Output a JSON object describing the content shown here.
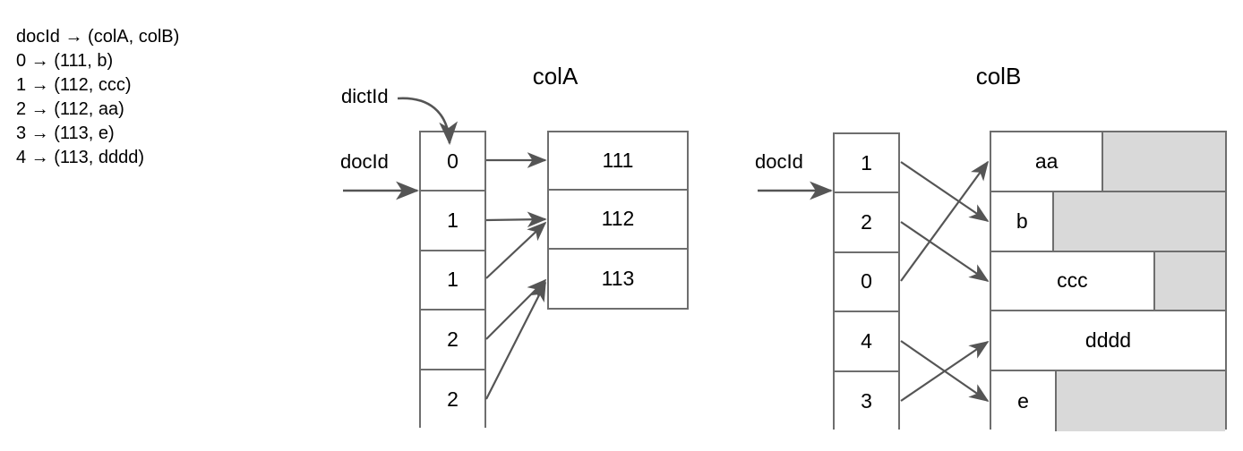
{
  "legend": {
    "lines": [
      "docId → (colA, colB)",
      "0 → (111, b)",
      "1 → (112, ccc)",
      "2 → (112, aa)",
      "3 → (113, e)",
      "4 → (113, dddd)"
    ]
  },
  "labels": {
    "dictId": "dictId",
    "docId_colA": "docId",
    "docId_colB": "docId"
  },
  "colA": {
    "title": "colA",
    "dict_ids": [
      "0",
      "1",
      "1",
      "2",
      "2"
    ],
    "values": [
      "111",
      "112",
      "113"
    ],
    "mapping": [
      0,
      1,
      1,
      2,
      2
    ]
  },
  "colB": {
    "title": "colB",
    "dict_ids": [
      "1",
      "2",
      "0",
      "4",
      "3"
    ],
    "values": [
      {
        "text": "aa",
        "used_pct": 48
      },
      {
        "text": "b",
        "used_pct": 27
      },
      {
        "text": "ccc",
        "used_pct": 70
      },
      {
        "text": "dddd",
        "used_pct": 100
      },
      {
        "text": "e",
        "used_pct": 28
      }
    ],
    "mapping": [
      1,
      2,
      0,
      4,
      3
    ]
  },
  "colors": {
    "stroke": "#6e6e6e",
    "unused_fill": "#d9d9d9",
    "used_fill": "#ffffff",
    "text": "#000000"
  }
}
